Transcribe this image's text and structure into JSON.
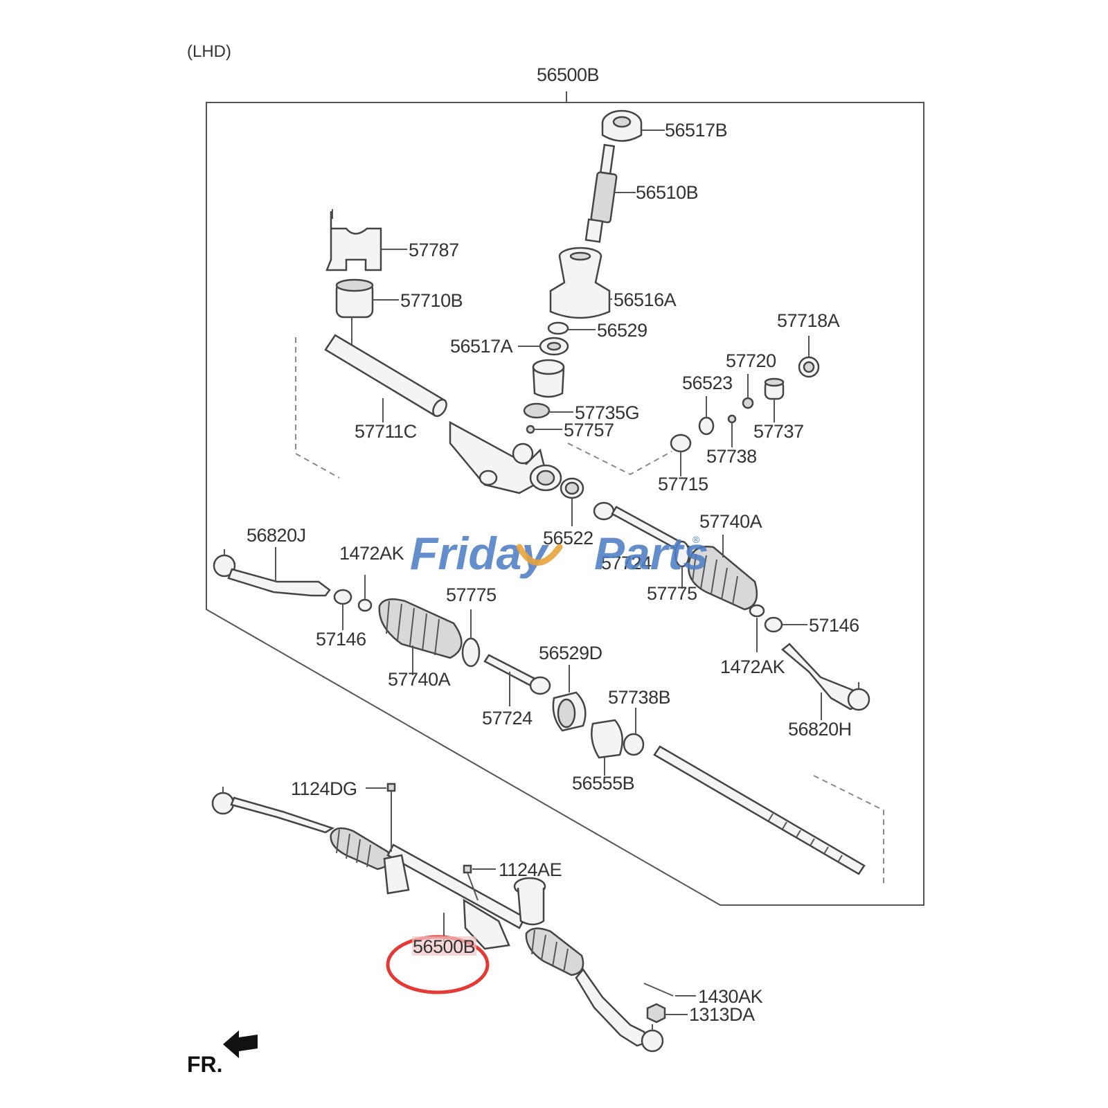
{
  "header": {
    "variant": "(LHD)",
    "assembly": "56500B"
  },
  "labels": [
    {
      "id": "56517B",
      "text": "56517B"
    },
    {
      "id": "56510B",
      "text": "56510B"
    },
    {
      "id": "57787",
      "text": "57787"
    },
    {
      "id": "57710B",
      "text": "57710B"
    },
    {
      "id": "56516A",
      "text": "56516A"
    },
    {
      "id": "56529",
      "text": "56529"
    },
    {
      "id": "56517A",
      "text": "56517A"
    },
    {
      "id": "57718A",
      "text": "57718A"
    },
    {
      "id": "57720",
      "text": "57720"
    },
    {
      "id": "56523",
      "text": "56523"
    },
    {
      "id": "57735G",
      "text": "57735G"
    },
    {
      "id": "57757",
      "text": "57757"
    },
    {
      "id": "57711C",
      "text": "57711C"
    },
    {
      "id": "57737",
      "text": "57737"
    },
    {
      "id": "57738",
      "text": "57738"
    },
    {
      "id": "57715",
      "text": "57715"
    },
    {
      "id": "56522",
      "text": "56522"
    },
    {
      "id": "57740A-right",
      "text": "57740A"
    },
    {
      "id": "56820J",
      "text": "56820J"
    },
    {
      "id": "1472AK-left",
      "text": "1472AK"
    },
    {
      "id": "57724-upper",
      "text": "57724"
    },
    {
      "id": "57775-left",
      "text": "57775"
    },
    {
      "id": "57775-right",
      "text": "57775"
    },
    {
      "id": "57146-left",
      "text": "57146"
    },
    {
      "id": "57146-right",
      "text": "57146"
    },
    {
      "id": "57740A-left",
      "text": "57740A"
    },
    {
      "id": "56529D",
      "text": "56529D"
    },
    {
      "id": "1472AK-right",
      "text": "1472AK"
    },
    {
      "id": "57738B",
      "text": "57738B"
    },
    {
      "id": "57724-lower",
      "text": "57724"
    },
    {
      "id": "56820H",
      "text": "56820H"
    },
    {
      "id": "56555B",
      "text": "56555B"
    },
    {
      "id": "1124DG",
      "text": "1124DG"
    },
    {
      "id": "1124AE",
      "text": "1124AE"
    },
    {
      "id": "56500B-assembly",
      "text": "56500B"
    },
    {
      "id": "1430AK",
      "text": "1430AK"
    },
    {
      "id": "1313DA",
      "text": "1313DA"
    }
  ],
  "direction": {
    "text": "FR."
  },
  "watermark": {
    "part1": "Friday",
    "part2": "Parts",
    "registered": "®"
  },
  "highlight": {
    "color": "#e53935"
  },
  "colors": {
    "brand_blue": "#4f7ec6",
    "brand_orange": "#e8a33a",
    "line": "#555555"
  }
}
